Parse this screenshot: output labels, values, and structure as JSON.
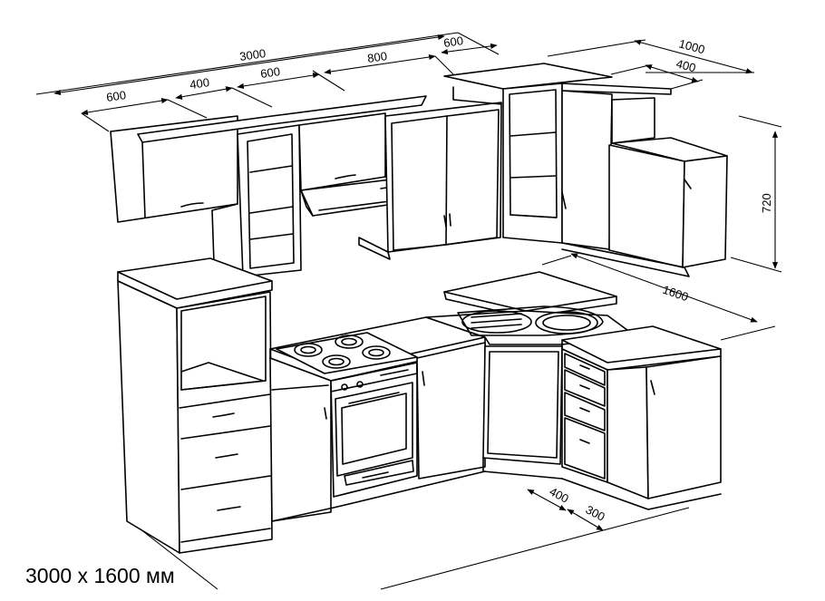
{
  "caption": "3000 x 1600 мм",
  "dimensions": {
    "total_width": "3000",
    "upper_600_left": "600",
    "upper_400": "400",
    "upper_600_mid": "600",
    "upper_800": "800",
    "upper_600_corner": "600",
    "right_1000": "1000",
    "right_400": "400",
    "height_720": "720",
    "base_1600": "1600",
    "floor_400": "400",
    "floor_300": "300"
  }
}
